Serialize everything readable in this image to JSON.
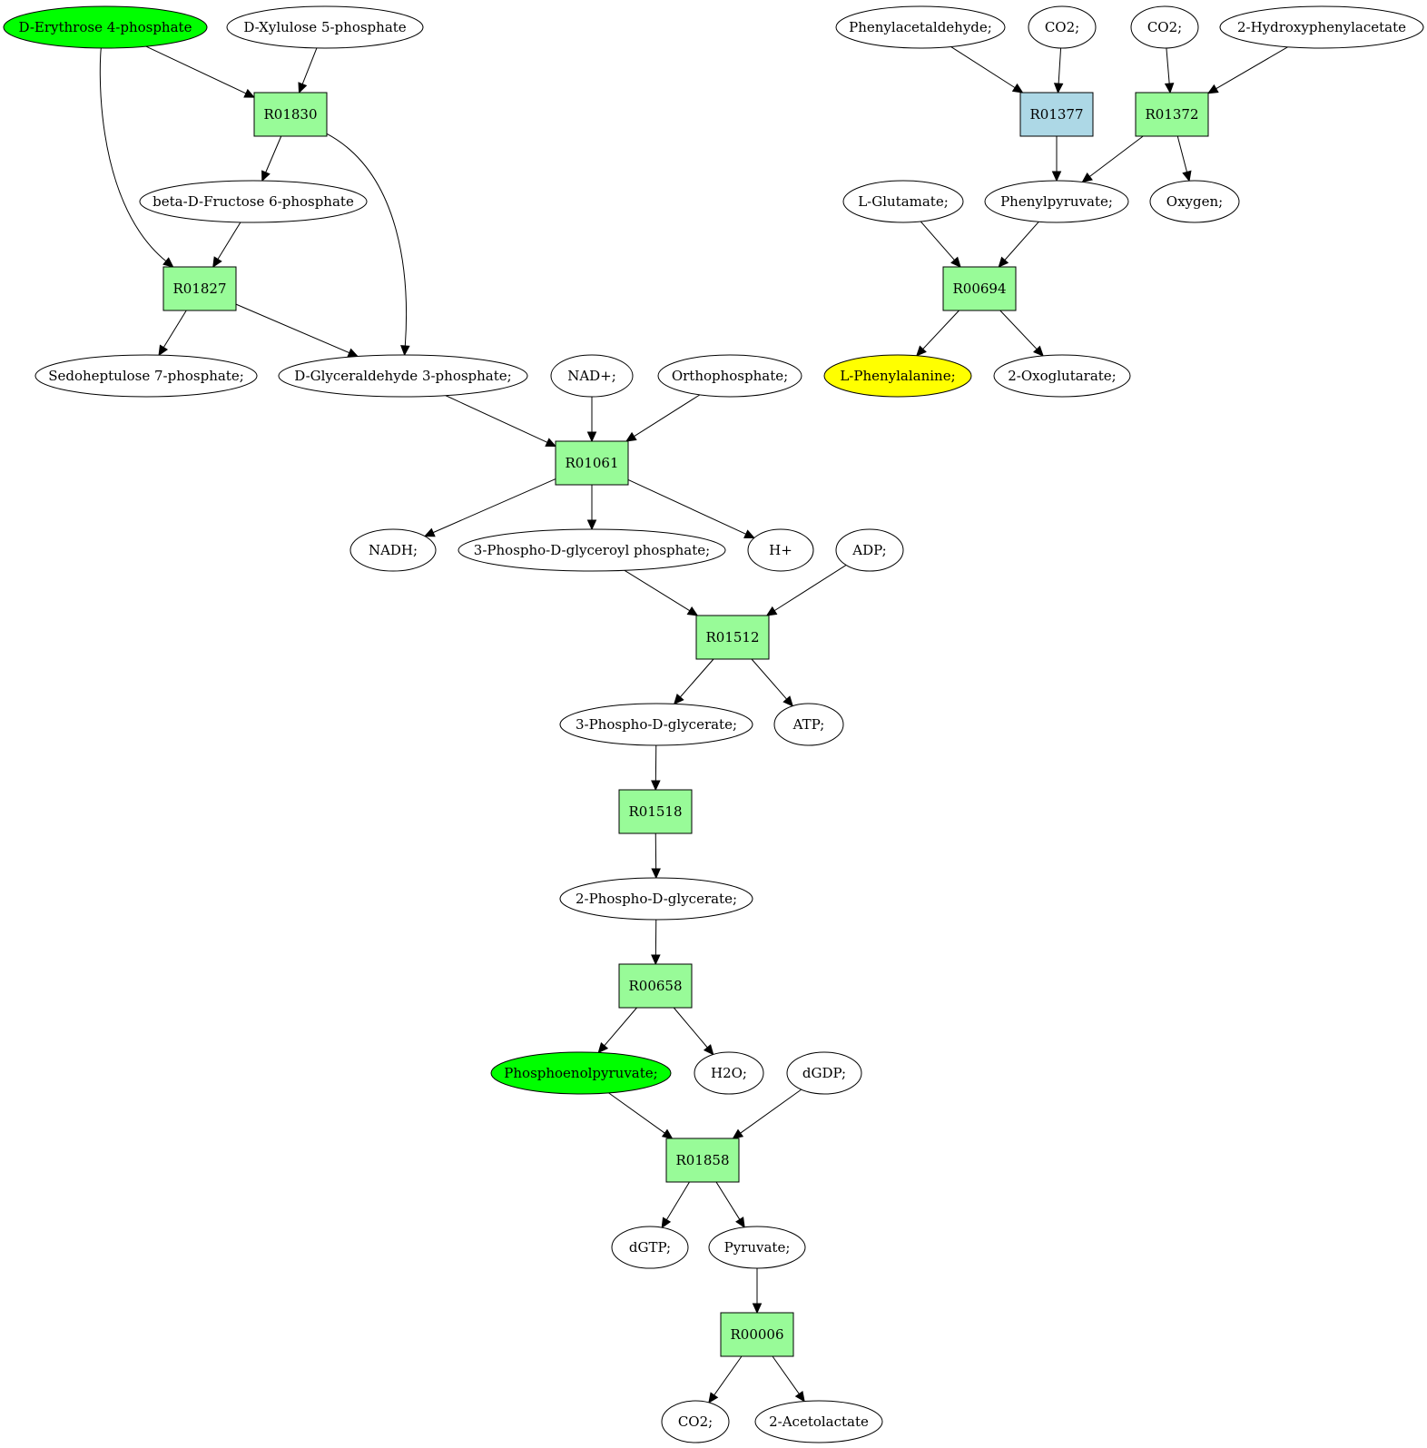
{
  "diagram": {
    "colors": {
      "reaction_default": "#98fb98",
      "reaction_highlight": "#add8e6",
      "compound_default": "#ffffff",
      "compound_source": "#00ff00",
      "compound_target": "#ffff00",
      "stroke": "#000000"
    },
    "compounds": [
      {
        "id": "c_e4p",
        "label": "D-Erythrose 4-phosphate",
        "fill": "#00ff00"
      },
      {
        "id": "c_x5p",
        "label": "D-Xylulose 5-phosphate",
        "fill": "#ffffff"
      },
      {
        "id": "c_f6p",
        "label": "beta-D-Fructose 6-phosphate",
        "fill": "#ffffff"
      },
      {
        "id": "c_s7p",
        "label": "Sedoheptulose 7-phosphate;",
        "fill": "#ffffff"
      },
      {
        "id": "c_g3p",
        "label": "D-Glyceraldehyde 3-phosphate;",
        "fill": "#ffffff"
      },
      {
        "id": "c_nad",
        "label": "NAD+;",
        "fill": "#ffffff"
      },
      {
        "id": "c_pi",
        "label": "Orthophosphate;",
        "fill": "#ffffff"
      },
      {
        "id": "c_nadh",
        "label": "NADH;",
        "fill": "#ffffff"
      },
      {
        "id": "c_13bpg",
        "label": "3-Phospho-D-glyceroyl phosphate;",
        "fill": "#ffffff"
      },
      {
        "id": "c_h",
        "label": "H+",
        "fill": "#ffffff"
      },
      {
        "id": "c_adp",
        "label": "ADP;",
        "fill": "#ffffff"
      },
      {
        "id": "c_3pg",
        "label": "3-Phospho-D-glycerate;",
        "fill": "#ffffff"
      },
      {
        "id": "c_atp",
        "label": "ATP;",
        "fill": "#ffffff"
      },
      {
        "id": "c_2pg",
        "label": "2-Phospho-D-glycerate;",
        "fill": "#ffffff"
      },
      {
        "id": "c_pep",
        "label": "Phosphoenolpyruvate;",
        "fill": "#00ff00"
      },
      {
        "id": "c_h2o",
        "label": "H2O;",
        "fill": "#ffffff"
      },
      {
        "id": "c_dgdp",
        "label": "dGDP;",
        "fill": "#ffffff"
      },
      {
        "id": "c_dgtp",
        "label": "dGTP;",
        "fill": "#ffffff"
      },
      {
        "id": "c_pyr",
        "label": "Pyruvate;",
        "fill": "#ffffff"
      },
      {
        "id": "c_co2c",
        "label": "CO2;",
        "fill": "#ffffff"
      },
      {
        "id": "c_acl",
        "label": "2-Acetolactate",
        "fill": "#ffffff"
      },
      {
        "id": "c_phac",
        "label": "Phenylacetaldehyde;",
        "fill": "#ffffff"
      },
      {
        "id": "c_co2a",
        "label": "CO2;",
        "fill": "#ffffff"
      },
      {
        "id": "c_co2b",
        "label": "CO2;",
        "fill": "#ffffff"
      },
      {
        "id": "c_2hpa",
        "label": "2-Hydroxyphenylacetate",
        "fill": "#ffffff"
      },
      {
        "id": "c_glu",
        "label": "L-Glutamate;",
        "fill": "#ffffff"
      },
      {
        "id": "c_ppy",
        "label": "Phenylpyruvate;",
        "fill": "#ffffff"
      },
      {
        "id": "c_o2",
        "label": "Oxygen;",
        "fill": "#ffffff"
      },
      {
        "id": "c_phe",
        "label": "L-Phenylalanine;",
        "fill": "#ffff00"
      },
      {
        "id": "c_2og",
        "label": "2-Oxoglutarate;",
        "fill": "#ffffff"
      }
    ],
    "reactions": [
      {
        "id": "r_01830",
        "label": "R01830",
        "fill": "#98fb98"
      },
      {
        "id": "r_01827",
        "label": "R01827",
        "fill": "#98fb98"
      },
      {
        "id": "r_01061",
        "label": "R01061",
        "fill": "#98fb98"
      },
      {
        "id": "r_01512",
        "label": "R01512",
        "fill": "#98fb98"
      },
      {
        "id": "r_01518",
        "label": "R01518",
        "fill": "#98fb98"
      },
      {
        "id": "r_00658",
        "label": "R00658",
        "fill": "#98fb98"
      },
      {
        "id": "r_01858",
        "label": "R01858",
        "fill": "#98fb98"
      },
      {
        "id": "r_00006",
        "label": "R00006",
        "fill": "#98fb98"
      },
      {
        "id": "r_01377",
        "label": "R01377",
        "fill": "#add8e6"
      },
      {
        "id": "r_01372",
        "label": "R01372",
        "fill": "#98fb98"
      },
      {
        "id": "r_00694",
        "label": "R00694",
        "fill": "#98fb98"
      }
    ],
    "edges": [
      {
        "from": "c_e4p",
        "to": "r_01830"
      },
      {
        "from": "c_x5p",
        "to": "r_01830"
      },
      {
        "from": "r_01830",
        "to": "c_f6p"
      },
      {
        "from": "r_01830",
        "to": "c_g3p"
      },
      {
        "from": "c_e4p",
        "to": "r_01827"
      },
      {
        "from": "c_f6p",
        "to": "r_01827"
      },
      {
        "from": "r_01827",
        "to": "c_s7p"
      },
      {
        "from": "r_01827",
        "to": "c_g3p"
      },
      {
        "from": "c_g3p",
        "to": "r_01061"
      },
      {
        "from": "c_nad",
        "to": "r_01061"
      },
      {
        "from": "c_pi",
        "to": "r_01061"
      },
      {
        "from": "r_01061",
        "to": "c_nadh"
      },
      {
        "from": "r_01061",
        "to": "c_13bpg"
      },
      {
        "from": "r_01061",
        "to": "c_h"
      },
      {
        "from": "c_13bpg",
        "to": "r_01512"
      },
      {
        "from": "c_adp",
        "to": "r_01512"
      },
      {
        "from": "r_01512",
        "to": "c_3pg"
      },
      {
        "from": "r_01512",
        "to": "c_atp"
      },
      {
        "from": "c_3pg",
        "to": "r_01518"
      },
      {
        "from": "r_01518",
        "to": "c_2pg"
      },
      {
        "from": "c_2pg",
        "to": "r_00658"
      },
      {
        "from": "r_00658",
        "to": "c_pep"
      },
      {
        "from": "r_00658",
        "to": "c_h2o"
      },
      {
        "from": "c_pep",
        "to": "r_01858"
      },
      {
        "from": "c_dgdp",
        "to": "r_01858"
      },
      {
        "from": "r_01858",
        "to": "c_dgtp"
      },
      {
        "from": "r_01858",
        "to": "c_pyr"
      },
      {
        "from": "c_pyr",
        "to": "r_00006"
      },
      {
        "from": "r_00006",
        "to": "c_co2c"
      },
      {
        "from": "r_00006",
        "to": "c_acl"
      },
      {
        "from": "c_phac",
        "to": "r_01377"
      },
      {
        "from": "c_co2a",
        "to": "r_01377"
      },
      {
        "from": "r_01377",
        "to": "c_ppy"
      },
      {
        "from": "c_co2b",
        "to": "r_01372"
      },
      {
        "from": "c_2hpa",
        "to": "r_01372"
      },
      {
        "from": "r_01372",
        "to": "c_ppy"
      },
      {
        "from": "r_01372",
        "to": "c_o2"
      },
      {
        "from": "c_glu",
        "to": "r_00694"
      },
      {
        "from": "c_ppy",
        "to": "r_00694"
      },
      {
        "from": "r_00694",
        "to": "c_phe"
      },
      {
        "from": "r_00694",
        "to": "c_2og"
      }
    ]
  }
}
